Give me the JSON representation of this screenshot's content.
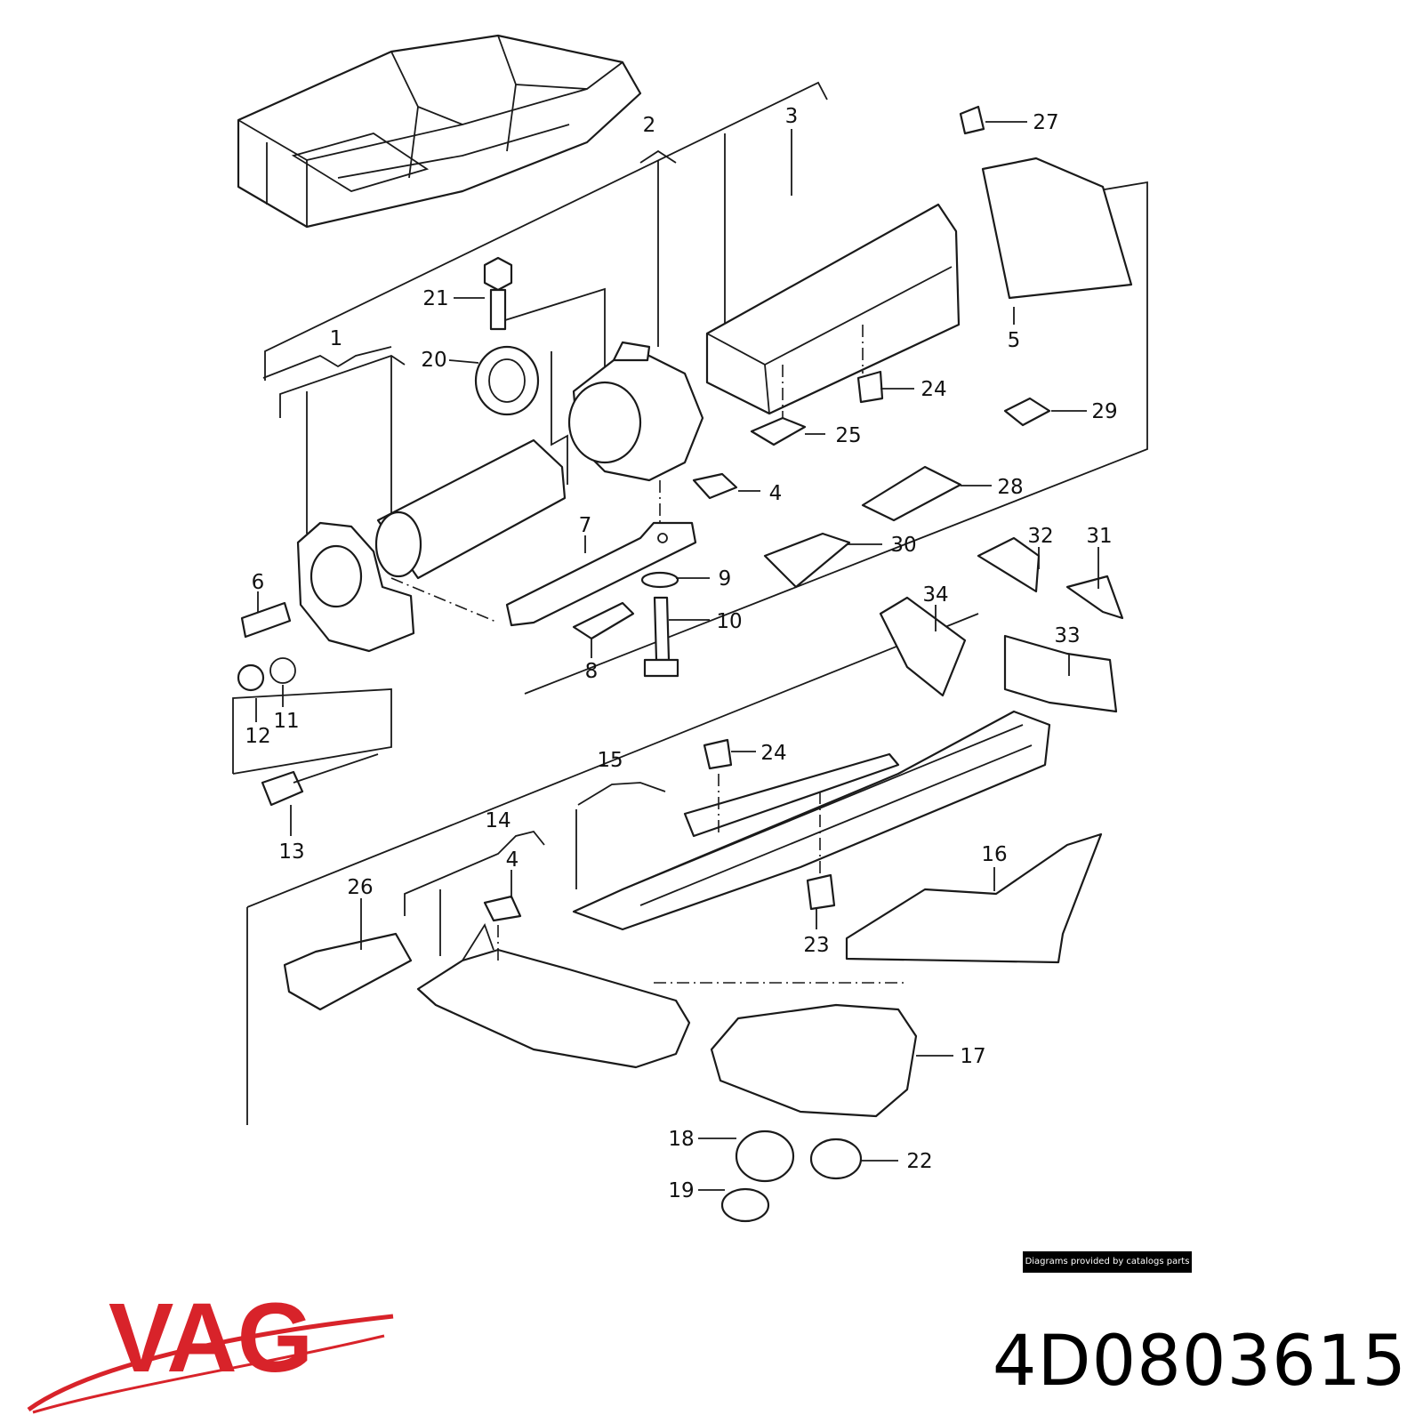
{
  "callouts": [
    "1",
    "2",
    "3",
    "4",
    "5",
    "6",
    "7",
    "8",
    "9",
    "10",
    "11",
    "12",
    "13",
    "14",
    "15",
    "16",
    "17",
    "18",
    "19",
    "20",
    "21",
    "22",
    "23",
    "24",
    "25",
    "26",
    "27",
    "28",
    "29",
    "30",
    "31",
    "32",
    "33",
    "34"
  ],
  "credit": "Diagrams provided by catalogs parts",
  "brand": "VAG",
  "brand_color": "#d8232a",
  "part_number": "4D0803615"
}
